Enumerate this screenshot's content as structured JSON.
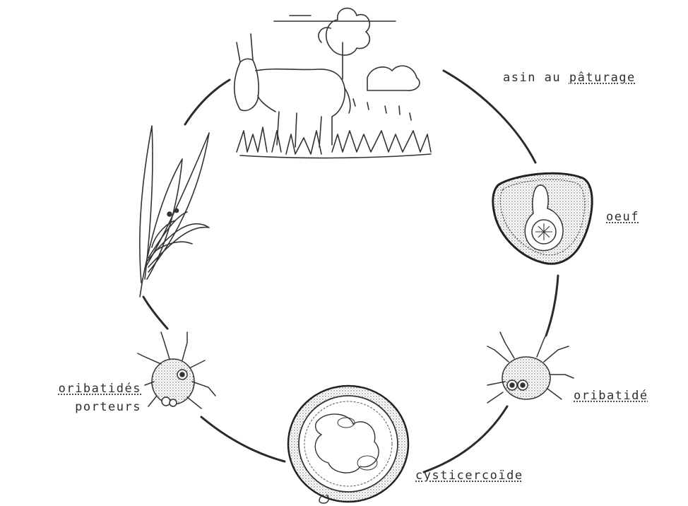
{
  "cycle": {
    "asin": {
      "prefix": "asin au ",
      "underlined": "pâturage"
    },
    "oeuf": "oeuf",
    "oribatide": "oribatidé",
    "cysticercoide": "cysticercoïde",
    "oribatides_porteurs": {
      "line1": "oribatidés",
      "line2": "porteurs"
    }
  },
  "colors": {
    "ink": "#2e2e2e",
    "stipple": "#555555"
  }
}
